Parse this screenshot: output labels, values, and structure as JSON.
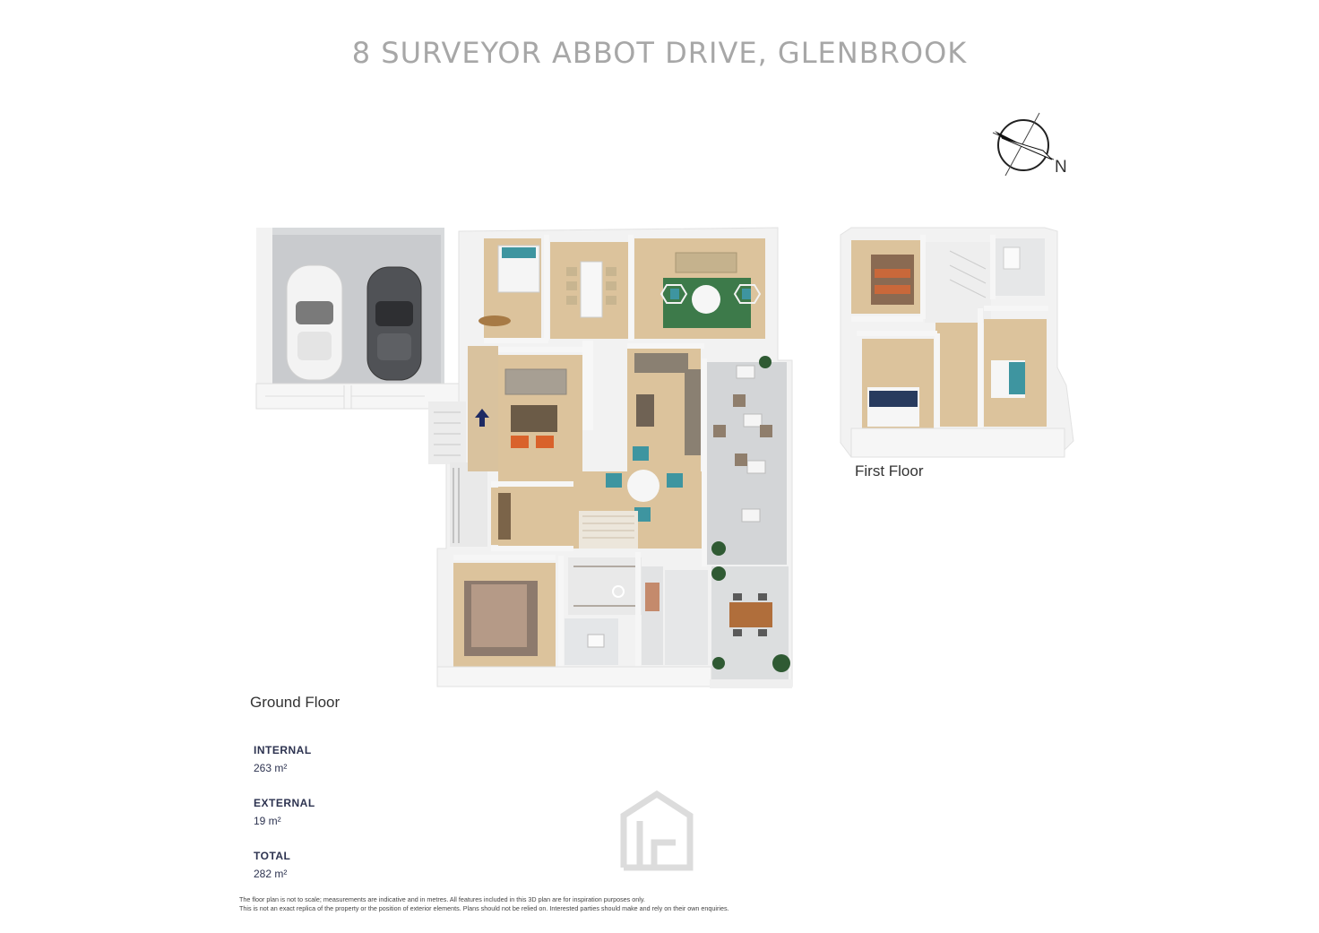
{
  "title": "8 SURVEYOR ABBOT DRIVE, GLENBROOK",
  "compass": {
    "north_label": "N"
  },
  "floors": {
    "ground": "Ground Floor",
    "first": "First Floor"
  },
  "areas": [
    {
      "label": "INTERNAL",
      "value": "263 m²"
    },
    {
      "label": "EXTERNAL",
      "value": "19 m²"
    },
    {
      "label": "TOTAL",
      "value": "282 m²"
    }
  ],
  "disclaimer": [
    "The floor plan is not to scale; measurements are indicative and in metres. All features included in this 3D plan are for inspiration purposes only.",
    "This is not an exact replica of the property or the position of exterior elements. Plans should not be relied on. Interested parties should make and rely on their own enquiries."
  ],
  "colors": {
    "wall": "#f4f4f4",
    "floor_wood": "#dcc39c",
    "floor_tile": "#e6e7e8",
    "concrete": "#cfd1d3",
    "accent_teal": "#3e95a0",
    "accent_orange": "#d9622b",
    "arrow_navy": "#1e2a63"
  }
}
